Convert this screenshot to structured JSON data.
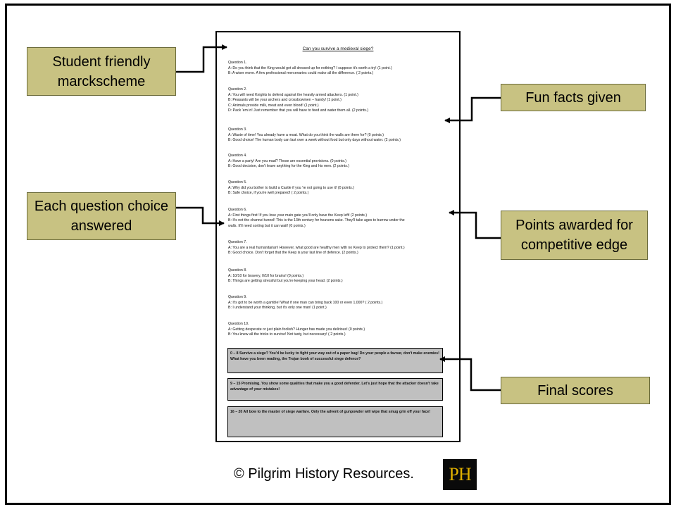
{
  "callouts": {
    "student_friendly": "Student friendly marckscheme",
    "fun_facts": "Fun facts given",
    "each_question": "Each question choice answered",
    "points_awarded": "Points awarded for competitive edge",
    "final_scores": "Final scores"
  },
  "document": {
    "title": "Can you survive a medieval siege?",
    "questions": [
      {
        "heading": "Question 1.",
        "lines": [
          "A: Do you think that the King would get all dressed up for nothing? I suppose it's worth a try! (1 point.)",
          "B: A wiser move. A few professional mercenaries could make all the difference. ( 2 points.)"
        ]
      },
      {
        "heading": "Question 2.",
        "lines": [
          "A: You will need Knights to defend against the heavily armed attackers. (1 point.)",
          "B: Peasants will be your archers and crossbowmen – handy! (1 point.)",
          "C: Animals provide milk, meat and even blood! (1 point.)",
          "D: Pack 'em in! Just remember that you will have to feed and water them all. (2 points.)"
        ]
      },
      {
        "heading": "Question 3.",
        "lines": [
          "A: Waste of time! You already have a moat. What do you think the walls are there for? (0 points.)",
          "B: Good choice! The human body can last over a week without food but only days without water. (2 points.)"
        ]
      },
      {
        "heading": "Question 4.",
        "lines": [
          "A: Have a party! Are you mad? Those are essential provisions. (0 points.)",
          "B: Good decision, don't leave anything for the King and his men. (2 points.)"
        ]
      },
      {
        "heading": "Question 5.",
        "lines": [
          "A: Why did you bother to build a Castle if you 're not going to use it! (0 points.)",
          "B: Safe choice, if you're well prepared! ( 2 points.)"
        ]
      },
      {
        "heading": "Question 6.",
        "lines": [
          "A: First things first! If you lose your main gate you'll only have the Keep left! (2 points.)",
          "B: It's not the channel tunnel! This is the 13th century for heavens sake. They'll take ages to burrow under the",
          "walls. It'll need sorting but it can wait! (0 points.)"
        ]
      },
      {
        "heading": "Question 7.",
        "lines": [
          "A: You are a real humanitarian! However, what good are healthy men with no Keep to protect them? (1 point.)",
          "B: Good choice. Don't forget that the Keep is your last line of defence. (2 points.)"
        ]
      },
      {
        "heading": "Question 8.",
        "lines": [
          "A: 10/10 for bravery, 0/10 for brains! (0 points.)",
          "B: Things are getting stressful but you're keeping your head. (2 points.)"
        ]
      },
      {
        "heading": "Question 9.",
        "lines": [
          "A: It's got to be worth a gamble! What if one man can bring back 100 or even 1,000? ( 2 points.)",
          "B: I understand your thinking, but it's only one man! (1 point.)"
        ]
      },
      {
        "heading": "Question 10.",
        "lines": [
          "A: Getting desperate or just plain foolish? Hunger has made you delirious! (0 points.)",
          "B: You knew all the tricks to survive! Not tasty, but necessary! ( 2 points.)"
        ]
      }
    ],
    "scores": [
      "0 – 8 Survive a siege? You'd be lucky to fight your way out of a paper bag! Do your people a favour, don't make enemies! What have you been reading, the Trojan book of successful siege defence?",
      "9 – 15 Promising. You show some qualities that make you a good defender. Let's just hope that the attacker doesn't take advantage of your mistakes!",
      "16 – 20 All bow to the master of siege warfare. Only the advent of gunpowder will wipe that smug grin off your face!"
    ]
  },
  "footer": {
    "copyright": "© Pilgrim History Resources.",
    "logo_text": "PH"
  },
  "colors": {
    "callout_fill": "#c8c282",
    "score_box_fill": "#c0c0c0",
    "logo_bg": "#0a0a0a",
    "logo_text": "#e0b000"
  }
}
